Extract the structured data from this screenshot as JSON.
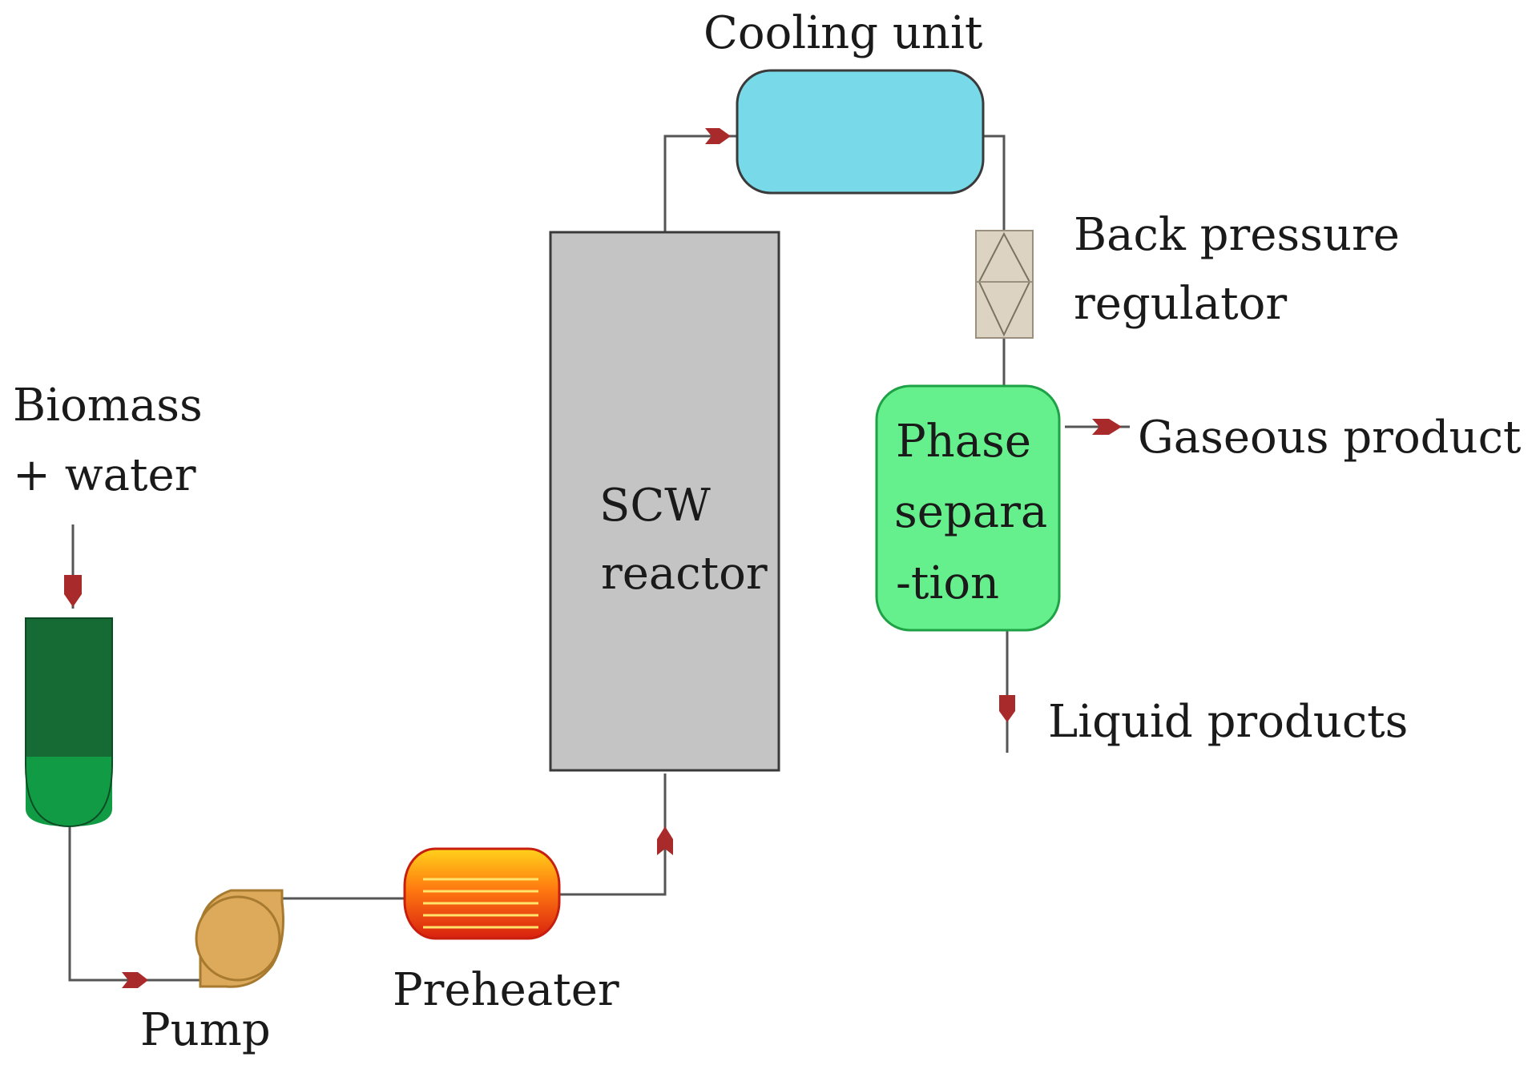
{
  "labels": {
    "cooling_unit": "Cooling unit",
    "back_pressure_line1": "Back pressure",
    "back_pressure_line2": "regulator",
    "biomass_line1": "Biomass",
    "biomass_line2": "+ water",
    "reactor_line1": "SCW",
    "reactor_line2": "reactor",
    "phase_line1": "Phase",
    "phase_line2": "separa",
    "phase_line3": "-tion",
    "gaseous": "Gaseous product",
    "liquid": "Liquid products",
    "pump": "Pump",
    "preheater": "Preheater"
  },
  "colors": {
    "pipe": "#555555",
    "arrow": "#a82a2a",
    "reactor_fill": "#c4c4c4",
    "cooling_fill": "#78d9e8",
    "phase_fill": "#66f08d",
    "phase_stroke": "#1fa145",
    "regulator_fill": "#dcd3c2",
    "pump_fill": "#dcaa5a",
    "tank_dark": "#166b35",
    "tank_light": "#129b45"
  }
}
